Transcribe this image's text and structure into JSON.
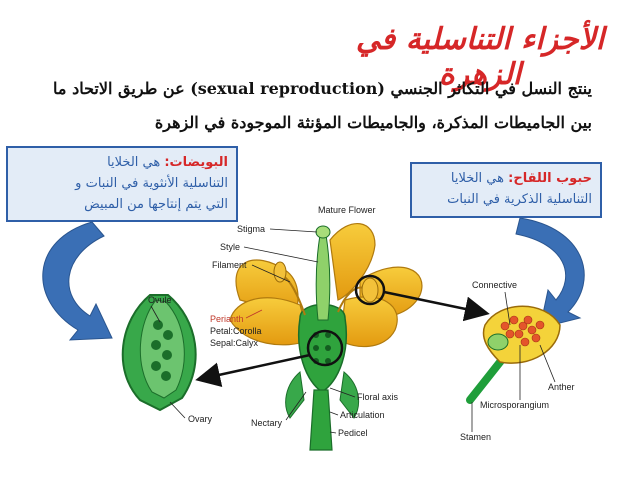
{
  "title": "الأجزاء التناسلية في الزهرة",
  "intro": {
    "line1": "ينتج النسل في التكاثر الجنسي (sexual reproduction) عن طريق الاتحاد ما",
    "line2": "بين الجاميطات المذكرة، والجاميطات المؤنثة الموجودة في الزهرة"
  },
  "ovule_box": {
    "keyword": "البويضات:",
    "line1": "هي الخلايا",
    "line2": "التناسلية الأنثوية في النبات و",
    "line3": "التي يتم إنتاجها من المبيض"
  },
  "pollen_box": {
    "keyword": "حبوب اللقاح:",
    "line1": "هي الخلايا",
    "line2": "التناسلية الذكرية في النبات"
  },
  "labels": {
    "mature_flower": "Mature Flower",
    "stigma": "Stigma",
    "style": "Style",
    "filament": "Filament",
    "perianth": "Perianth",
    "petal": "Petal:Corolla",
    "sepal": "Sepal:Calyx",
    "ovule": "Ovule",
    "ovary": "Ovary",
    "nectary": "Nectary",
    "floral_axis": "Floral axis",
    "articulation": "Articulation",
    "pedicel": "Pedicel",
    "connective": "Connective",
    "anther": "Anther",
    "microsporangium": "Microsporangium",
    "stamen": "Stamen"
  },
  "colors": {
    "title": "#d62728",
    "box_border": "#2f5fa8",
    "box_fill": "#e3ecf7",
    "petal": "#f2b51c",
    "stem": "#1f9e3a",
    "arrow": "#3a6fb5"
  }
}
